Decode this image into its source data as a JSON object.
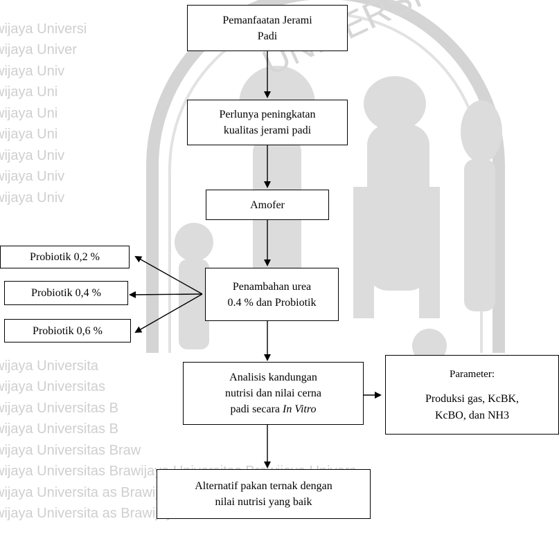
{
  "watermark": {
    "lines": [
      "wijaya  Universi",
      "wijaya  Univer",
      "wijaya  Univ",
      "wijaya  Uni",
      "wijaya  Uni",
      "wijaya  Uni",
      "wijaya  Univ",
      "wijaya  Univ",
      "wijaya  Univ",
      "wijaya  Universita",
      "wijaya  Universitas",
      "wijaya  Universitas B",
      "wijaya  Universitas B",
      "wijaya  Universitas Braw",
      "wijaya  Universitas Brawijaya  Universitas Brawijaya  Univers",
      "wijaya  Universita                         as Brawijaya  Univers",
      "wijaya  Universita                         as Brawijaya  Univers"
    ]
  },
  "flow": {
    "box1": {
      "line1": "Pemanfaatan Jerami",
      "line2": "Padi"
    },
    "box2": {
      "line1": "Perlunya peningkatan",
      "line2": "kualitas jerami padi"
    },
    "box3": {
      "line1": "Amofer"
    },
    "box4": {
      "line1": "Penambahan urea",
      "line2": "0.4 % dan Probiotik"
    },
    "box5": {
      "line1": "Analisis kandungan",
      "line2": "nutrisi dan nilai cerna",
      "line3": "padi secara ",
      "line3_italic": "In Vitro"
    },
    "box6": {
      "line1": "Alternatif pakan ternak dengan",
      "line2": "nilai nutrisi yang baik"
    },
    "probiotic": [
      "Probiotik 0,2 %",
      "Probiotik 0,4 %",
      "Probiotik 0,6 %"
    ],
    "parameter": {
      "title": "Parameter:",
      "line1": "Produksi gas, KcBK,",
      "line2": "KcBO, dan NH3"
    }
  }
}
